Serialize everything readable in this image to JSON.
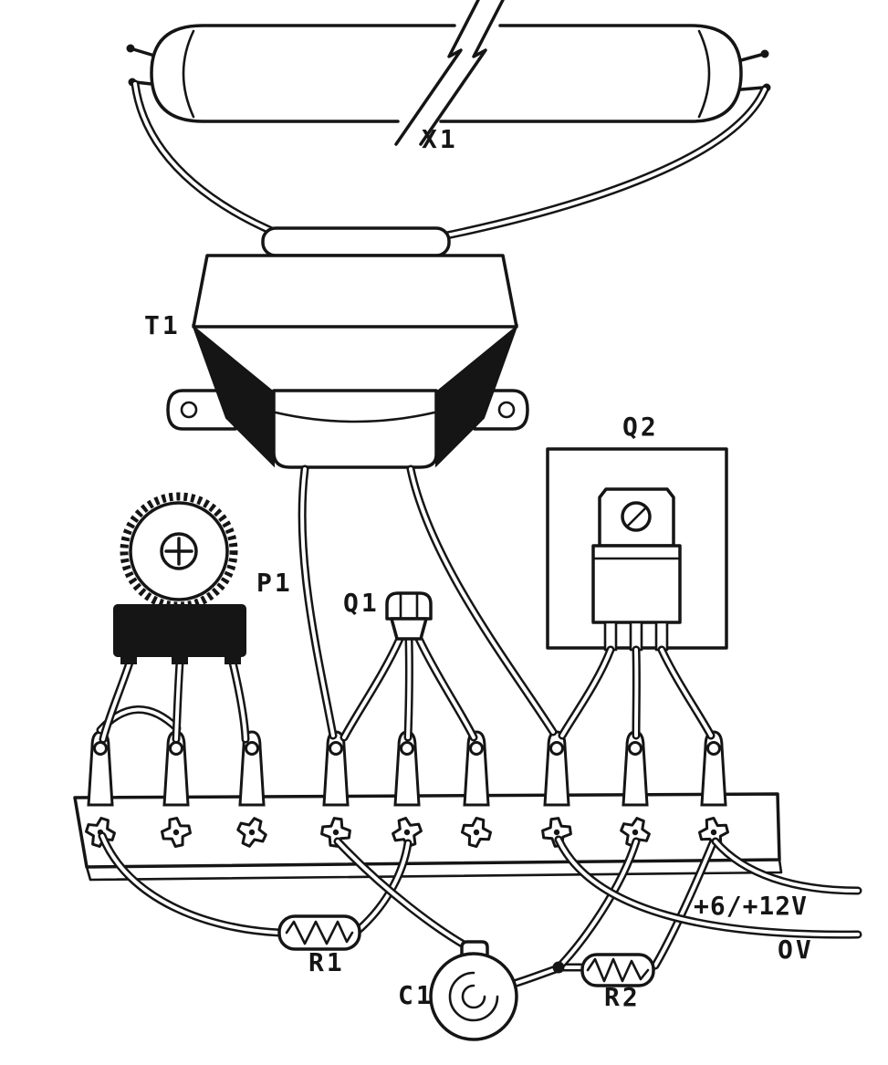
{
  "diagram": {
    "components": {
      "lamp": {
        "label": "X1"
      },
      "transformer": {
        "label": "T1"
      },
      "potentiometer": {
        "label": "P1"
      },
      "transistor_small": {
        "label": "Q1"
      },
      "transistor_power": {
        "label": "Q2"
      },
      "resistor_1": {
        "label": "R1"
      },
      "capacitor": {
        "label": "C1"
      },
      "resistor_2": {
        "label": "R2"
      }
    },
    "connections": {
      "supply": {
        "label": "+6/+12V"
      },
      "ground": {
        "label": "OV"
      }
    },
    "terminal_strip": {
      "lug_count": 9
    },
    "colors": {
      "ink": "#151515",
      "paper": "#ffffff"
    }
  }
}
